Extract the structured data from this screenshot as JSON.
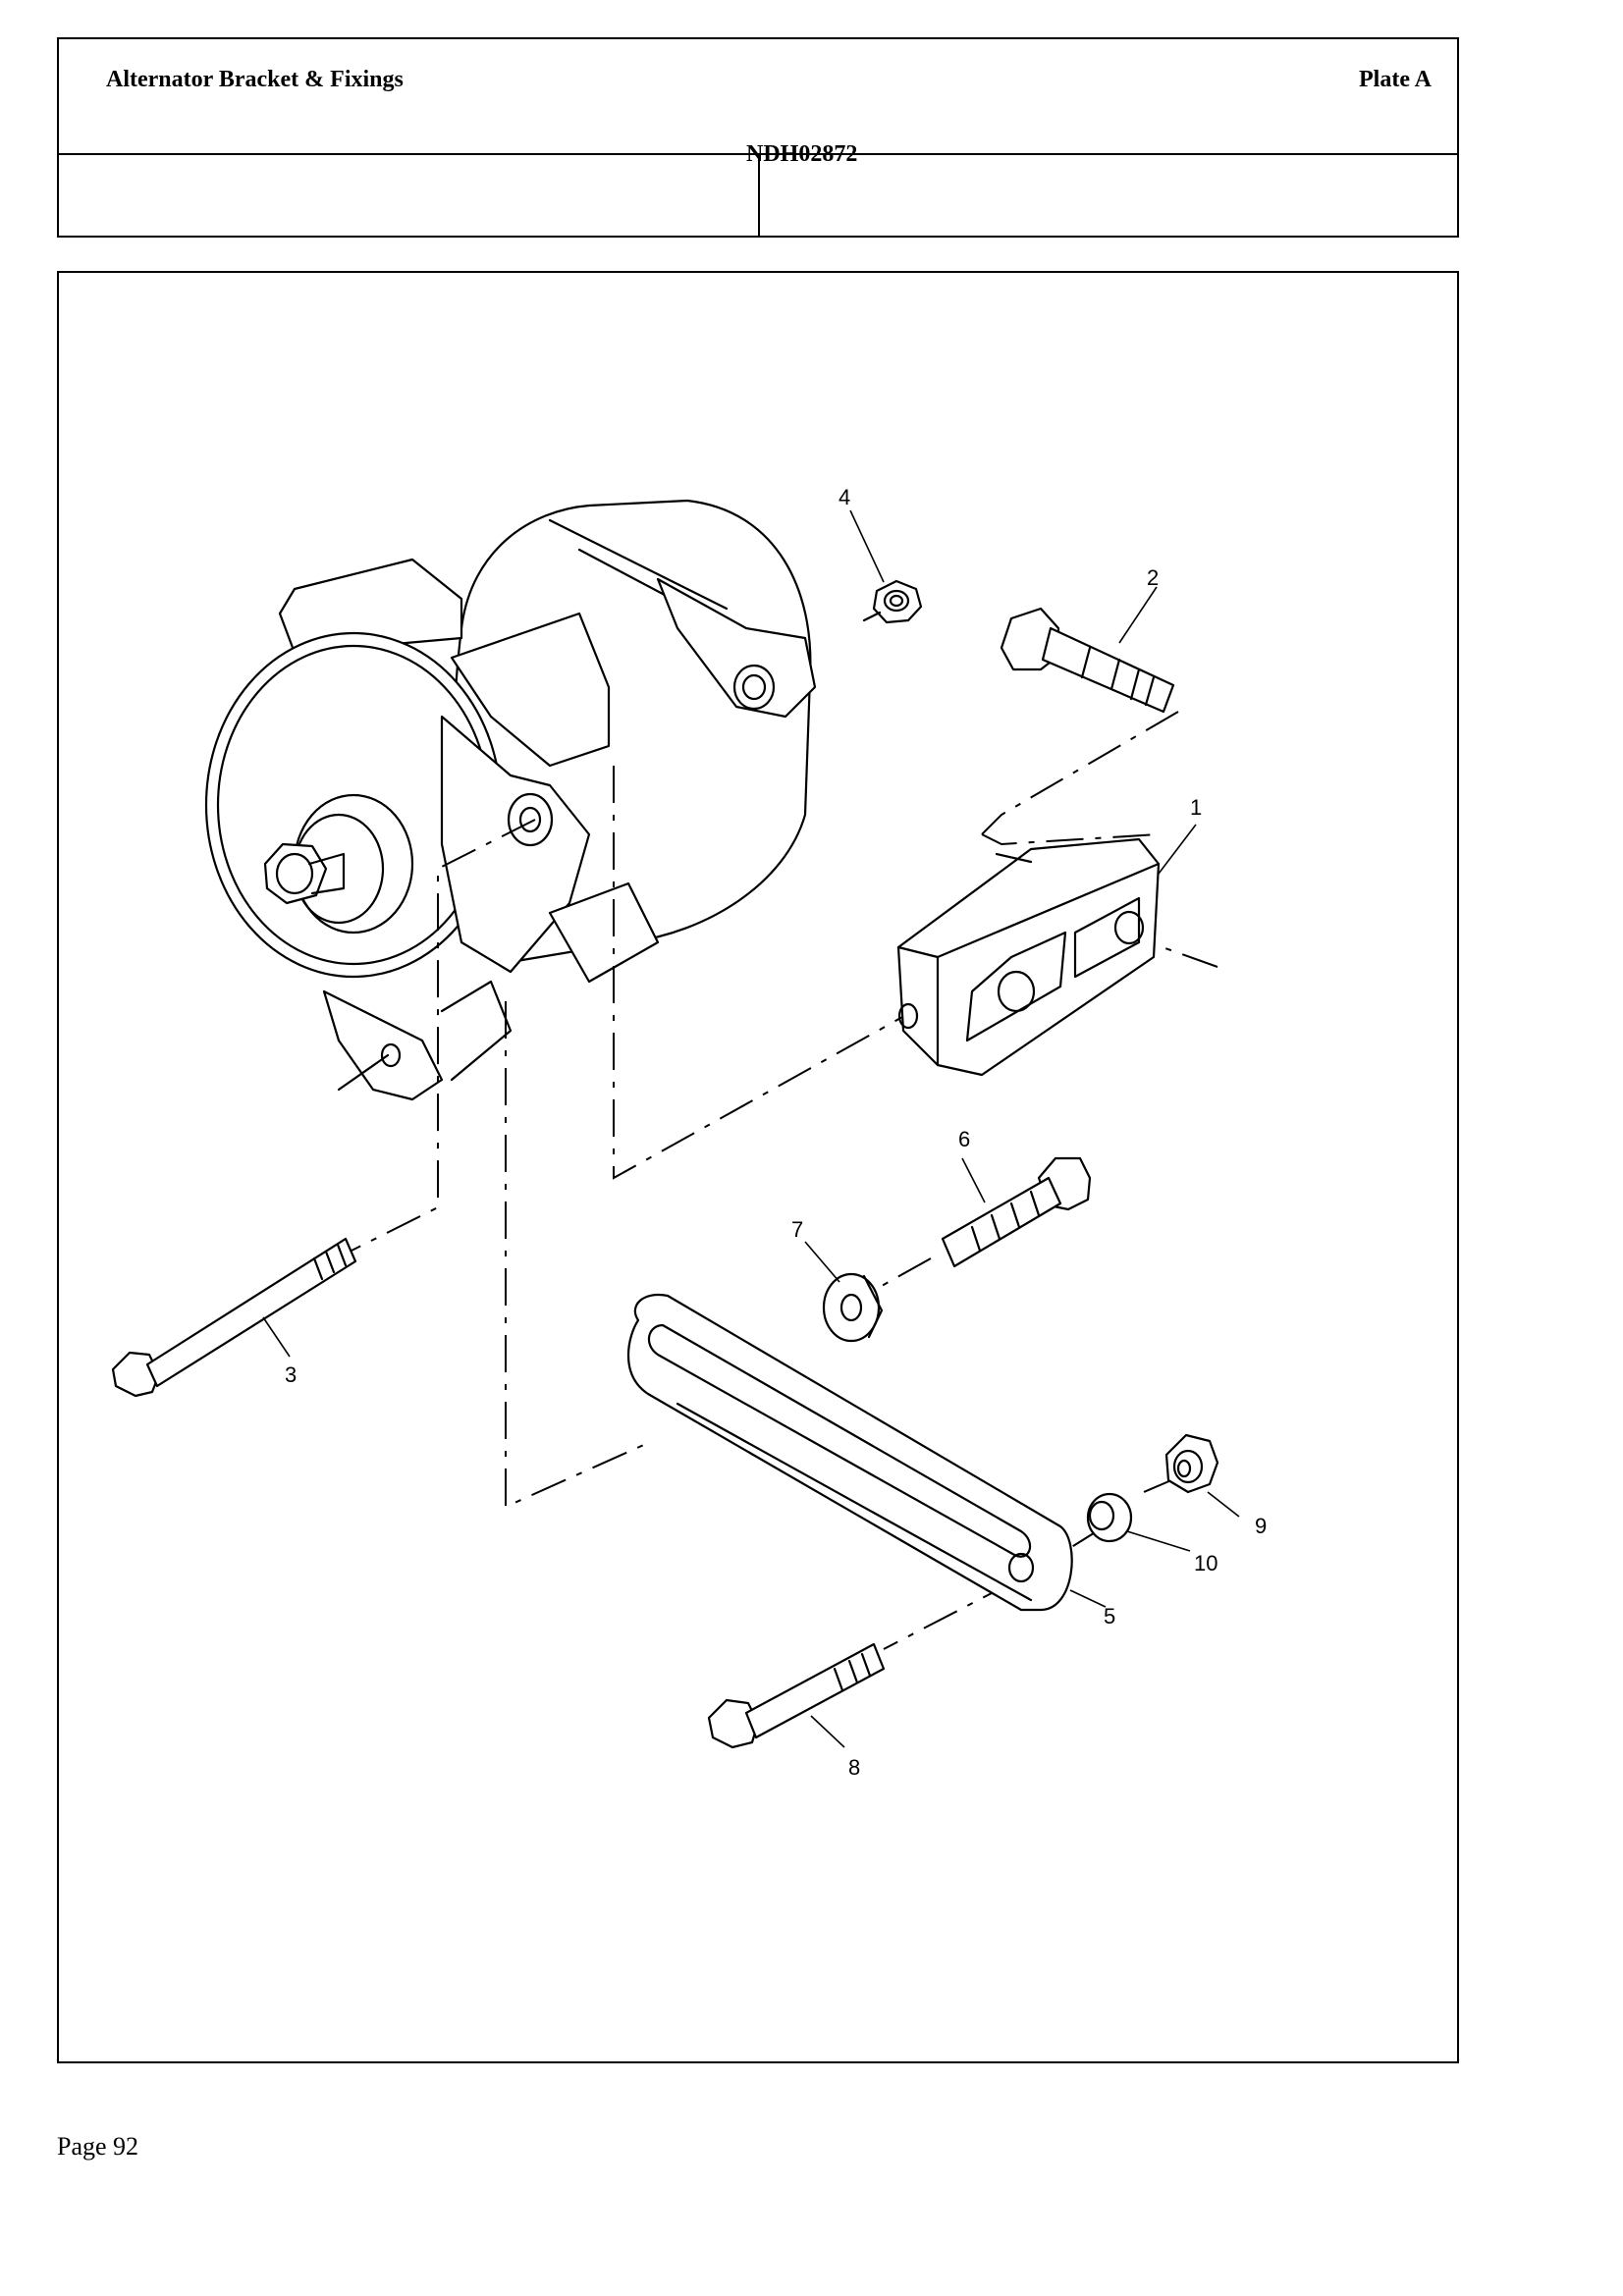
{
  "header": {
    "title": "Alternator Bracket & Fixings",
    "plate": "Plate A",
    "reference": "NDH02872"
  },
  "diagram": {
    "callouts": [
      "1",
      "2",
      "3",
      "4",
      "5",
      "6",
      "7",
      "8",
      "9",
      "10"
    ]
  },
  "footer": {
    "page": "Page 92"
  }
}
